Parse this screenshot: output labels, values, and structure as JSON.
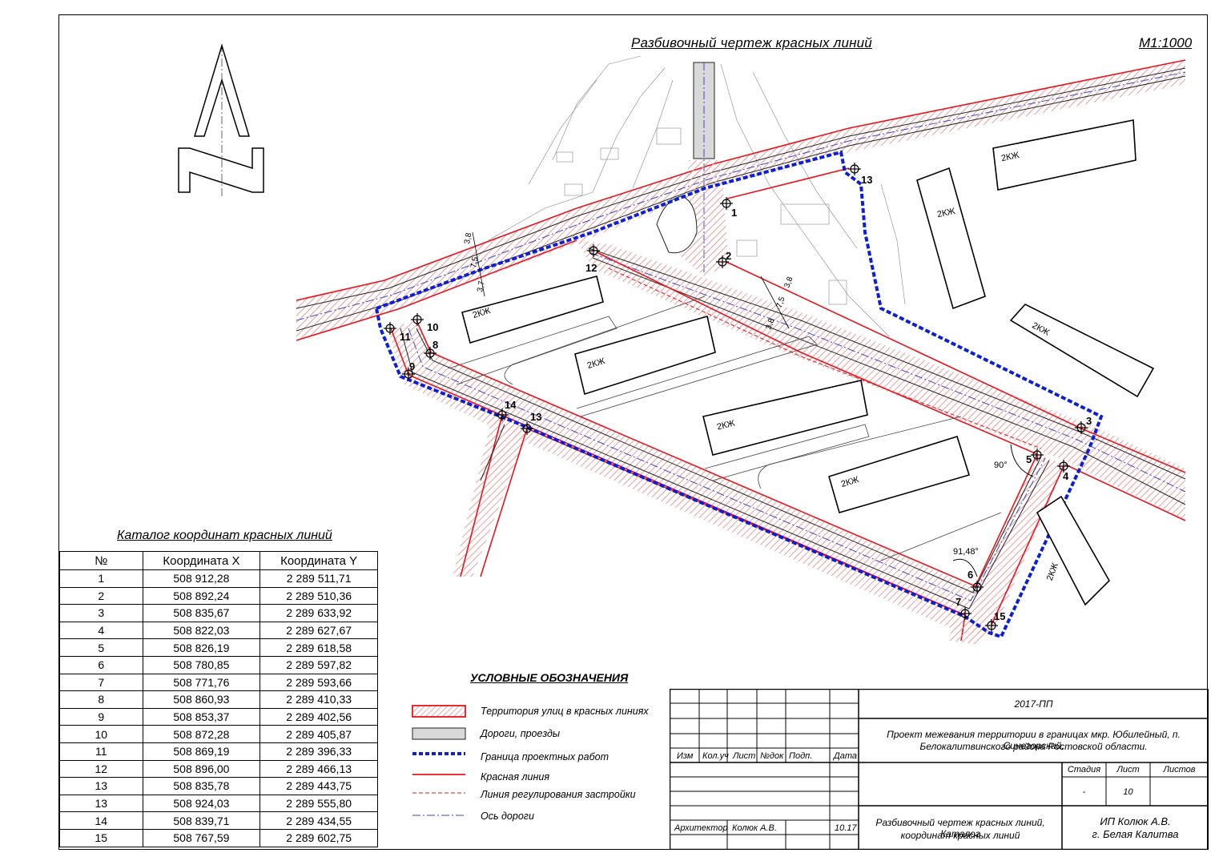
{
  "drawing": {
    "title": "Разбивочный чертеж красных линий",
    "scale": "М1:1000"
  },
  "catalog": {
    "title": "Каталог координат красных линий",
    "headers": [
      "№",
      "Координата X",
      "Координата Y"
    ],
    "rows": [
      [
        "1",
        "508 912,28",
        "2 289 511,71"
      ],
      [
        "2",
        "508 892,24",
        "2 289 510,36"
      ],
      [
        "3",
        "508 835,67",
        "2 289 633,92"
      ],
      [
        "4",
        "508 822,03",
        "2 289 627,67"
      ],
      [
        "5",
        "508 826,19",
        "2 289 618,58"
      ],
      [
        "6",
        "508 780,85",
        "2 289 597,82"
      ],
      [
        "7",
        "508 771,76",
        "2 289 593,66"
      ],
      [
        "8",
        "508 860,93",
        "2 289 410,33"
      ],
      [
        "9",
        "508 853,37",
        "2 289 402,56"
      ],
      [
        "10",
        "508 872,28",
        "2 289 405,87"
      ],
      [
        "11",
        "508 869,19",
        "2 289 396,33"
      ],
      [
        "12",
        "508 896,00",
        "2 289 466,13"
      ],
      [
        "13",
        "508 835,78",
        "2 289 443,75"
      ],
      [
        "13",
        "508 924,03",
        "2 289 555,80"
      ],
      [
        "14",
        "508 839,71",
        "2 289 434,55"
      ],
      [
        "15",
        "508 767,59",
        "2 289 602,75"
      ]
    ]
  },
  "legend": {
    "title": "УСЛОВНЫЕ ОБОЗНАЧЕНИЯ",
    "items": [
      {
        "label": "Территория улиц в красных линиях"
      },
      {
        "label": "Дороги, проезды"
      },
      {
        "label": "Граница проектных работ"
      },
      {
        "label": "Красная линия"
      },
      {
        "label": "Линия регулирования застройки"
      },
      {
        "label": "Ось дороги"
      }
    ]
  },
  "colors": {
    "red_line": "#e8141b",
    "boundary": "#0a1fd6",
    "axis": "#3c46c8",
    "hatch": "#e8a0a0",
    "road_fill": "#d9d9d9"
  },
  "map": {
    "points": [
      "1",
      "2",
      "3",
      "4",
      "5",
      "6",
      "7",
      "8",
      "9",
      "10",
      "11",
      "12",
      "13",
      "13",
      "14",
      "15"
    ],
    "zones": [
      "2КЖ",
      "2КЖ",
      "2КЖ",
      "2КЖ",
      "2КЖ",
      "2КЖ",
      "2КЖ",
      "2КЖ"
    ],
    "angles": [
      "90°",
      "91,48°"
    ],
    "dims": [
      "3,8",
      "7,5",
      "3,7",
      "3,8",
      "7,5",
      "3,8"
    ]
  },
  "stamp": {
    "code": "2017-ПП",
    "project": "Проект межевания территории в границах мкр. Юбилейный, п. Синегорский,",
    "project2": "Белокалитвинского района Ростовской области.",
    "cols": [
      "Изм",
      "Кол.уч",
      "Лист",
      "№док",
      "Подп.",
      "Дата"
    ],
    "stage_label": "Стадия",
    "sheet_label": "Лист",
    "sheets_label": "Листов",
    "stage_value": "-",
    "sheet_value": "10",
    "role": "Архитектор",
    "person": "Колюк А.В.",
    "date": "10.17",
    "sheet_title": "Разбивочный чертеж красных линий, Каталог",
    "sheet_title2": "координат красных линий",
    "org": "ИП Колюк А.В.",
    "city": "г. Белая Калитва"
  }
}
